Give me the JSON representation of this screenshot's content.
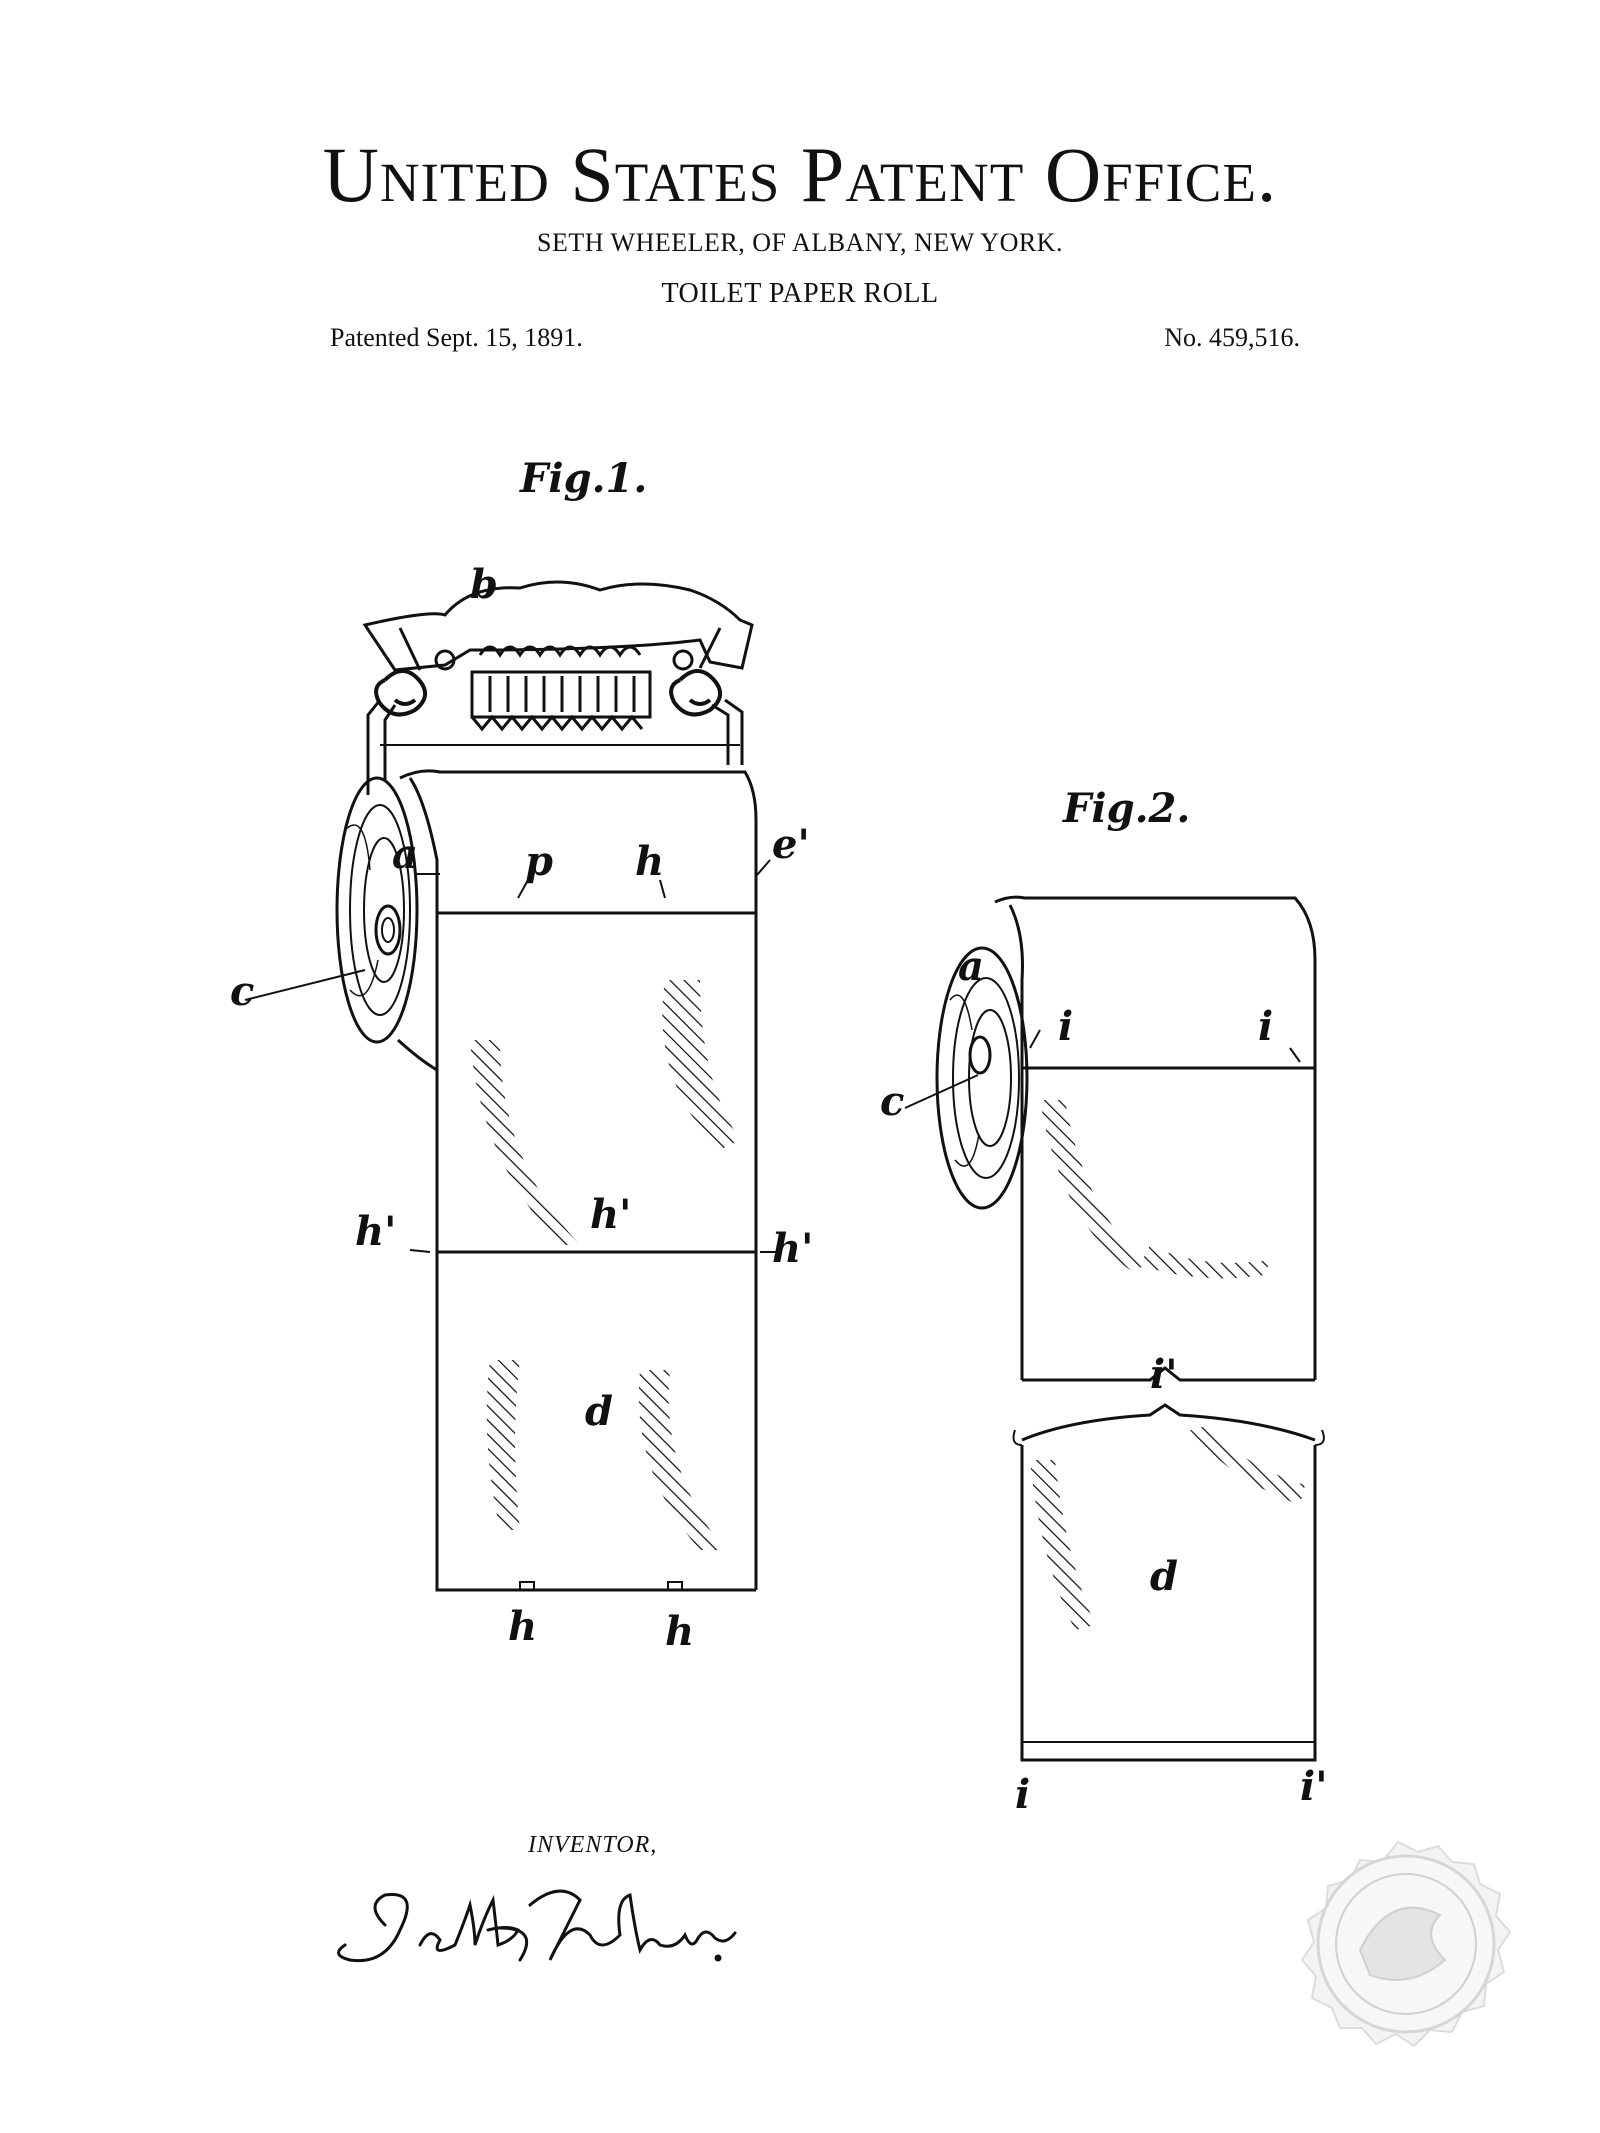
{
  "header": {
    "title": "United States Patent Office.",
    "inventor_line": "SETH WHEELER, OF ALBANY, NEW YORK.",
    "invention": "TOILET PAPER ROLL",
    "patented": "Patented  Sept. 15, 1891.",
    "number": "No. 459,516."
  },
  "figures": {
    "fig1_title": "Fig.1.",
    "fig2_title": "Fig.2.",
    "fig1_labels": {
      "b": "b",
      "a": "a",
      "p": "p",
      "h": "h",
      "e": "e'",
      "c": "c",
      "h1_left": "h'",
      "h1_mid": "h'",
      "h1_right": "h'",
      "d": "d",
      "h_bottom_left": "h",
      "h_bottom_right": "h"
    },
    "fig2_labels": {
      "a": "a",
      "i_left": "i",
      "i_right": "i",
      "c": "c",
      "i_prime": "i'",
      "d": "d",
      "i_bottom_left": "i",
      "i_bottom_right": "i'"
    }
  },
  "footer": {
    "inventor_label": "INVENTOR,",
    "signature": "Seth Wheeler.",
    "seal": "United States Patent and Trademark Office seal"
  }
}
